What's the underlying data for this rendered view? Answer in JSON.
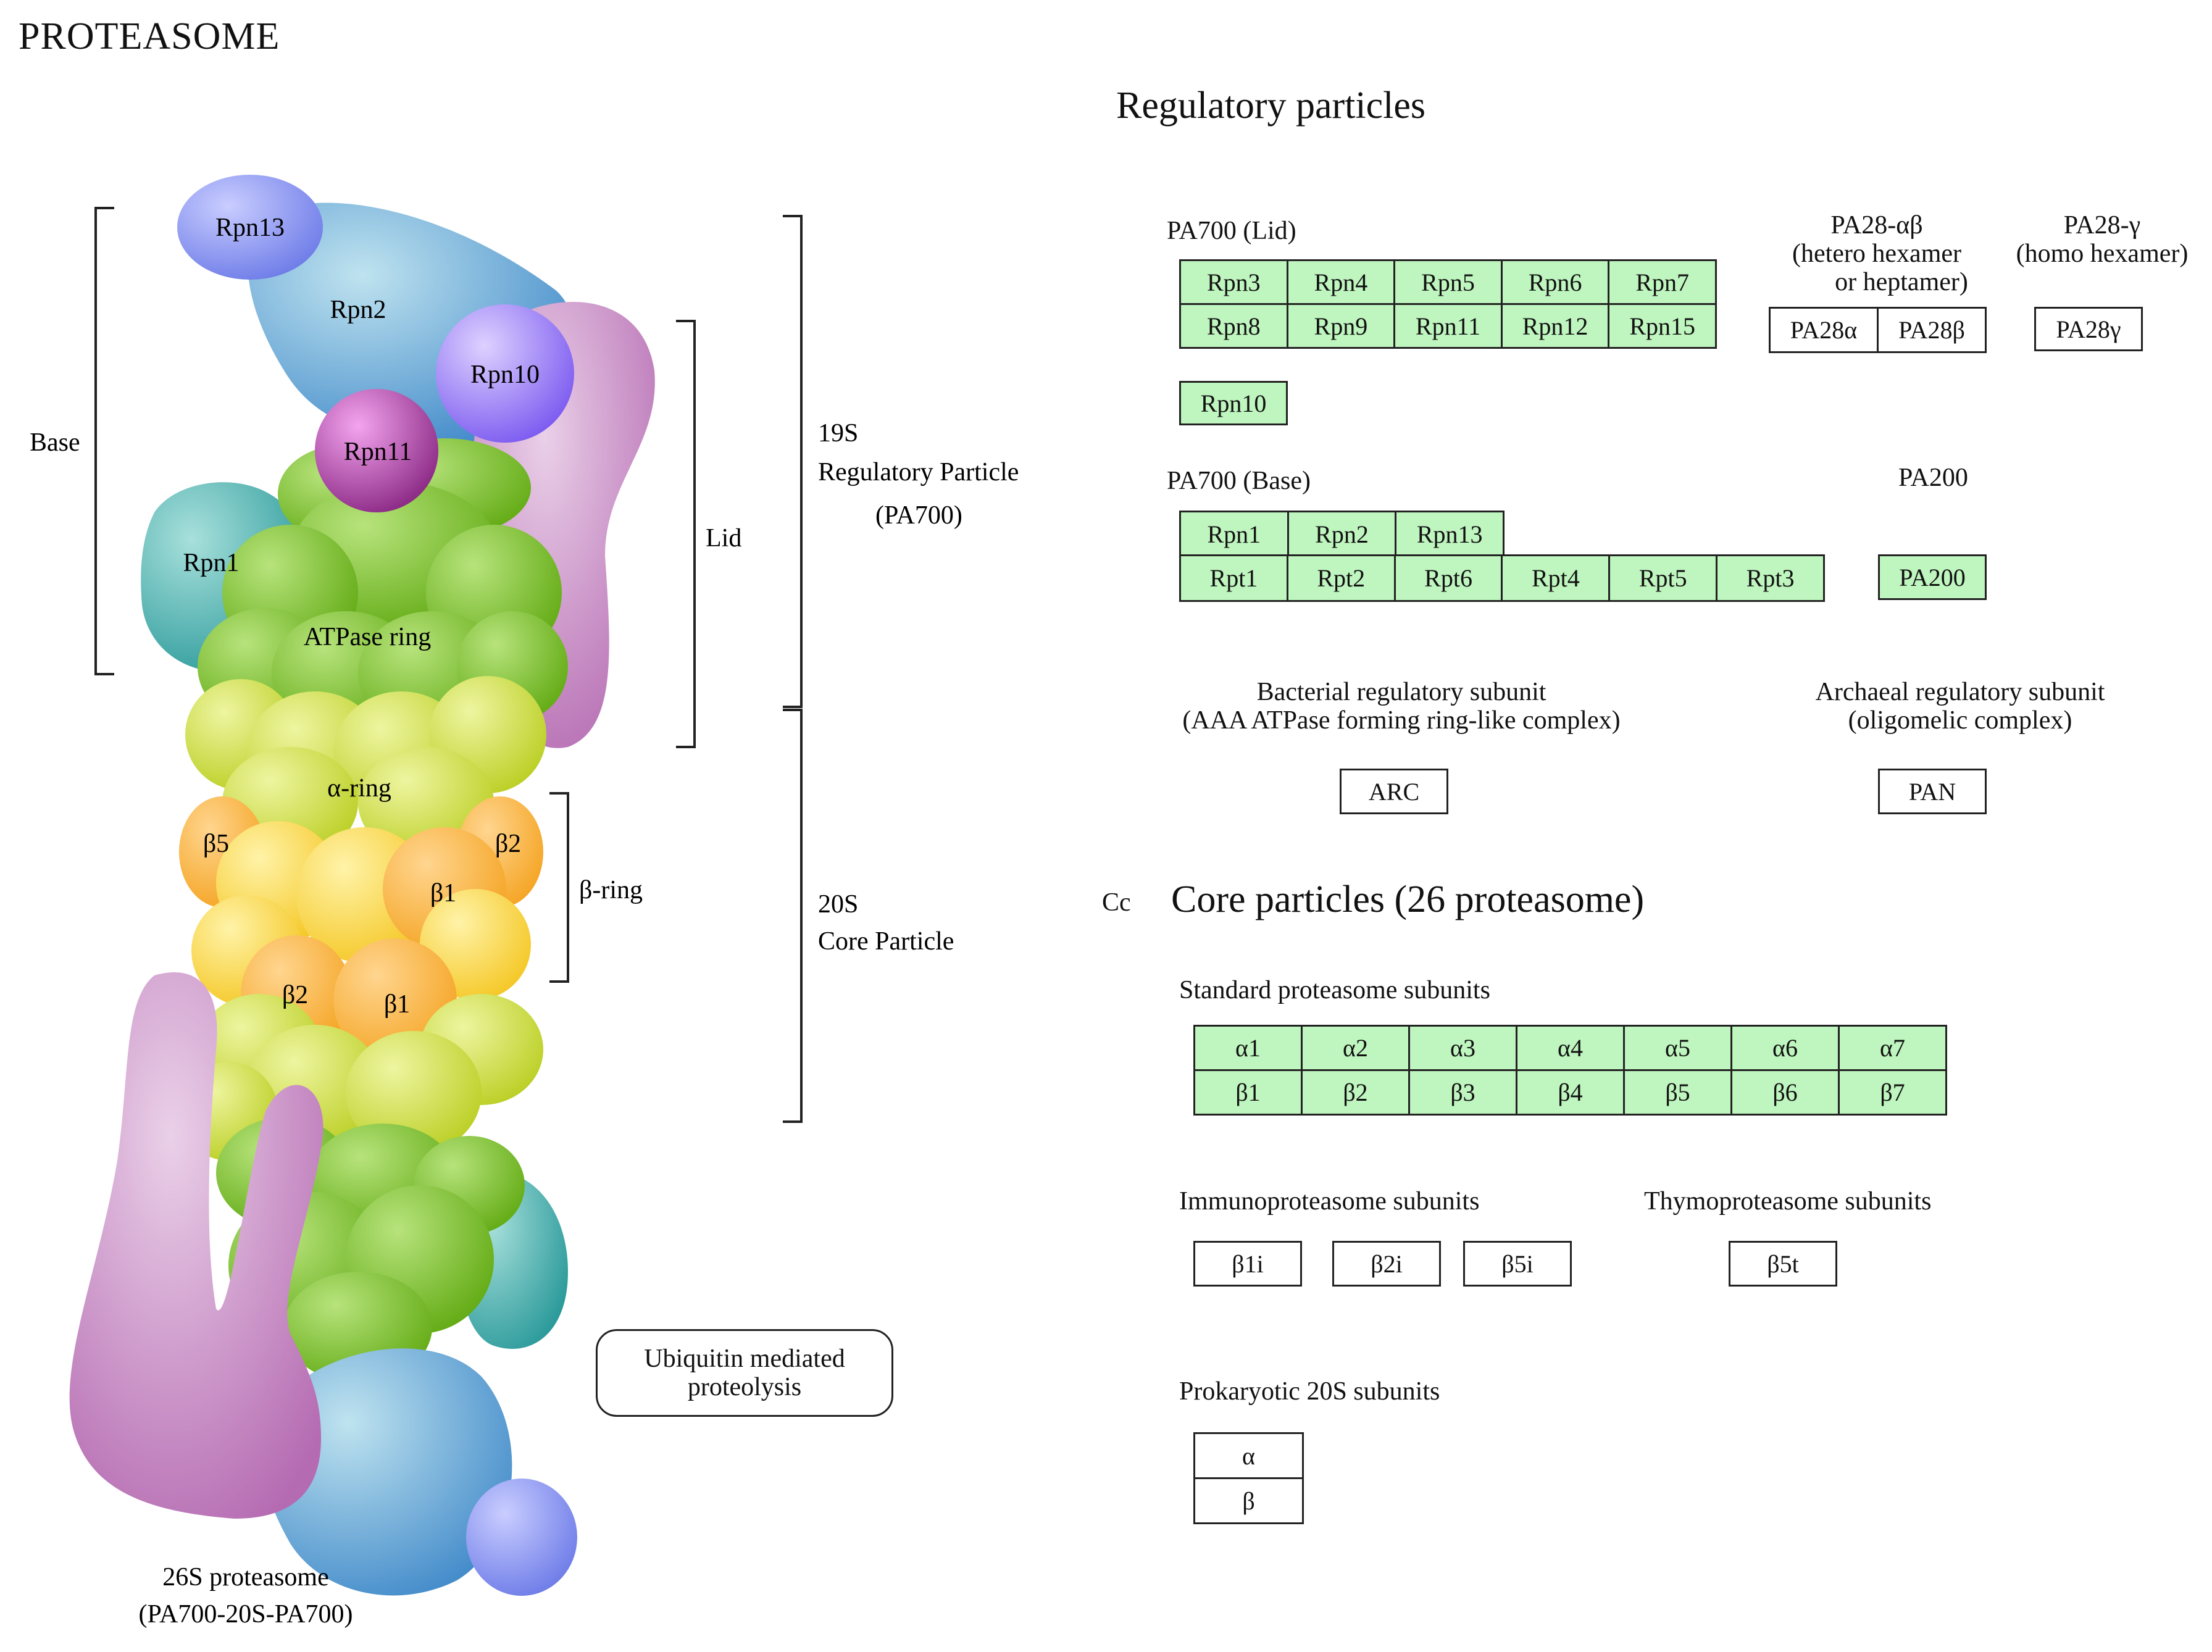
{
  "title": "PROTEASOME",
  "regulatory_title": "Regulatory particles",
  "core_title": "Core particles (26 proteasome)",
  "core_stub": "Cc",
  "illustration": {
    "rpn13": "Rpn13",
    "rpn2": "Rpn2",
    "rpn10": "Rpn10",
    "rpn11": "Rpn11",
    "rpn1": "Rpn1",
    "atpase": "ATPase ring",
    "alpha_ring": "α-ring",
    "b5": "β5",
    "b2_top": "β2",
    "b1_top": "β1",
    "b2_bottom": "β2",
    "b1_bottom": "β1"
  },
  "brackets": {
    "base": "Base",
    "lid": "Lid",
    "beta_ring": "β-ring",
    "rp19s_1": "19S",
    "rp19s_2": "Regulatory Particle",
    "rp19s_3": "(PA700)",
    "cp20s_1": "20S",
    "cp20s_2": "Core Particle"
  },
  "caption": {
    "line1": "26S proteasome",
    "line2": "(PA700-20S-PA700)"
  },
  "ubiquitin": {
    "line1": "Ubiquitin mediated",
    "line2": "proteolysis"
  },
  "pa700_lid": {
    "label": "PA700 (Lid)",
    "rows": [
      [
        "Rpn3",
        "Rpn4",
        "Rpn5",
        "Rpn6",
        "Rpn7"
      ],
      [
        "Rpn8",
        "Rpn9",
        "Rpn11",
        "Rpn12",
        "Rpn15"
      ]
    ],
    "extra": "Rpn10"
  },
  "pa28ab": {
    "label1": "PA28-αβ",
    "label2": "(hetero hexamer",
    "label3": "or heptamer)",
    "cells": [
      "PA28α",
      "PA28β"
    ]
  },
  "pa28g": {
    "label1": "PA28-γ",
    "label2": "(homo hexamer)",
    "cell": "PA28γ"
  },
  "pa700_base": {
    "label": "PA700 (Base)",
    "row1": [
      "Rpn1",
      "Rpn2",
      "Rpn13"
    ],
    "row2": [
      "Rpt1",
      "Rpt2",
      "Rpt6",
      "Rpt4",
      "Rpt5",
      "Rpt3"
    ]
  },
  "pa200": {
    "label": "PA200",
    "cell": "PA200"
  },
  "bacterial": {
    "line1": "Bacterial regulatory subunit",
    "line2": "(AAA ATPase forming ring-like complex)",
    "cell": "ARC"
  },
  "archaeal": {
    "line1": "Archaeal regulatory subunit",
    "line2": "(oligomelic complex)",
    "cell": "PAN"
  },
  "standard": {
    "label": "Standard proteasome subunits",
    "rows": [
      [
        "α1",
        "α2",
        "α3",
        "α4",
        "α5",
        "α6",
        "α7"
      ],
      [
        "β1",
        "β2",
        "β3",
        "β4",
        "β5",
        "β6",
        "β7"
      ]
    ]
  },
  "immuno": {
    "label": "Immunoproteasome subunits",
    "cells": [
      "β1i",
      "β2i",
      "β5i"
    ]
  },
  "thymo": {
    "label": "Thymoproteasome subunits",
    "cell": "β5t"
  },
  "prokaryotic": {
    "label": "Prokaryotic 20S subunits",
    "cells": [
      "α",
      "β"
    ]
  }
}
